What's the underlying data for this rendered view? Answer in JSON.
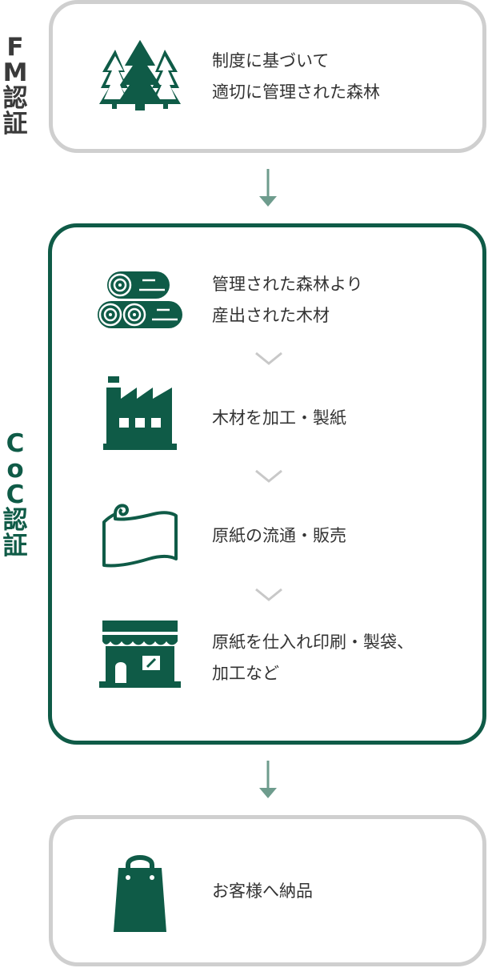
{
  "labels": {
    "fm": [
      "F",
      "M",
      "認",
      "証"
    ],
    "coc": [
      "C",
      "o",
      "C",
      "認",
      "証"
    ]
  },
  "colors": {
    "brand_green": "#0f5b47",
    "arrow_green": "#6e9c8d",
    "chevron_grey": "#c8c8c8",
    "border_grey": "#cfcfcf"
  },
  "fm_box": {
    "icon": "forest-icon",
    "text_line1": "制度に基づいて",
    "text_line2": "適切に管理された森林"
  },
  "coc_steps": [
    {
      "icon": "logs-icon",
      "line1": "管理された森林より",
      "line2": "産出された木材"
    },
    {
      "icon": "factory-icon",
      "line1": "木材を加工・製紙",
      "line2": ""
    },
    {
      "icon": "paper-roll-icon",
      "line1": "原紙の流通・販売",
      "line2": ""
    },
    {
      "icon": "shop-icon",
      "line1": "原紙を仕入れ印刷・製袋、",
      "line2": "加工など"
    }
  ],
  "final_box": {
    "icon": "shopping-bag-icon",
    "text": "お客様へ納品"
  }
}
